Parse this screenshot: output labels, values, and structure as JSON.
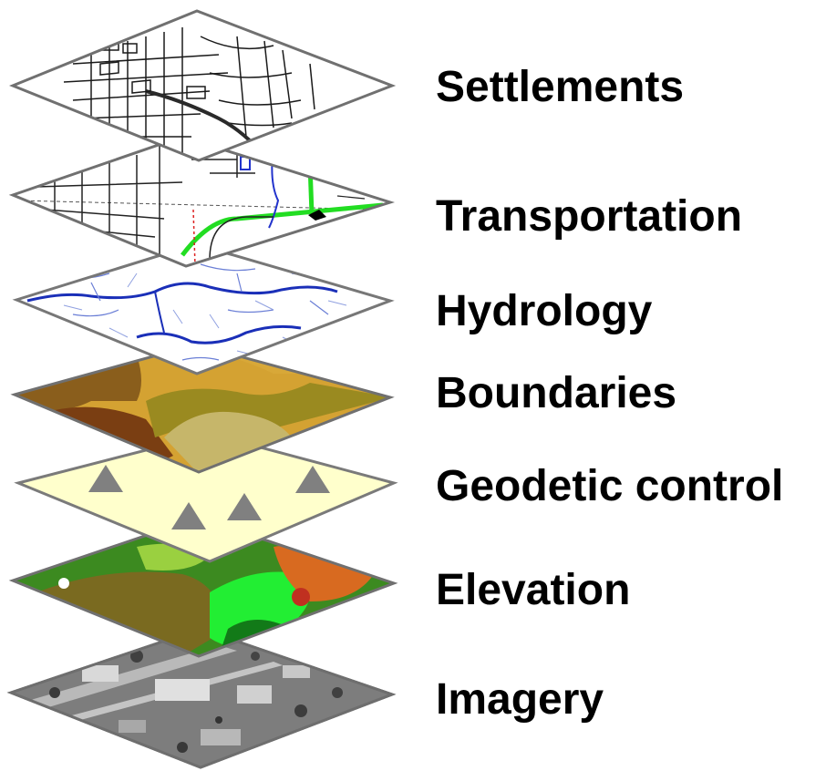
{
  "layers": [
    {
      "id": "settlements",
      "label": "Settlements",
      "fill": "#ffffff",
      "pattern": "street-grid"
    },
    {
      "id": "transportation",
      "label": "Transportation",
      "fill": "#ffffff",
      "pattern": "roads",
      "accent_colors": [
        "#22dd22",
        "#2233cc",
        "#dd2222"
      ]
    },
    {
      "id": "hydrology",
      "label": "Hydrology",
      "fill": "#ffffff",
      "pattern": "rivers",
      "accent_colors": [
        "#1a2fb8",
        "#6b7fd6"
      ]
    },
    {
      "id": "boundaries",
      "label": "Boundaries",
      "fill": "#b08a2e",
      "pattern": "regions",
      "accent_colors": [
        "#8a5a1c",
        "#7a4a1a",
        "#9a8a2a",
        "#c8b460",
        "#d0a030"
      ]
    },
    {
      "id": "geodetic-control",
      "label": "Geodetic control",
      "fill": "#ffffcc",
      "pattern": "control-points",
      "marker": "triangle",
      "marker_color": "#808080"
    },
    {
      "id": "elevation",
      "label": "Elevation",
      "fill": "#3a8a2a",
      "pattern": "relief",
      "accent_colors": [
        "#cc2020",
        "#e07020",
        "#22ee22",
        "#117711",
        "#ffffff"
      ]
    },
    {
      "id": "imagery",
      "label": "Imagery",
      "fill": "#8a8a8a",
      "pattern": "aerial-photo"
    }
  ]
}
